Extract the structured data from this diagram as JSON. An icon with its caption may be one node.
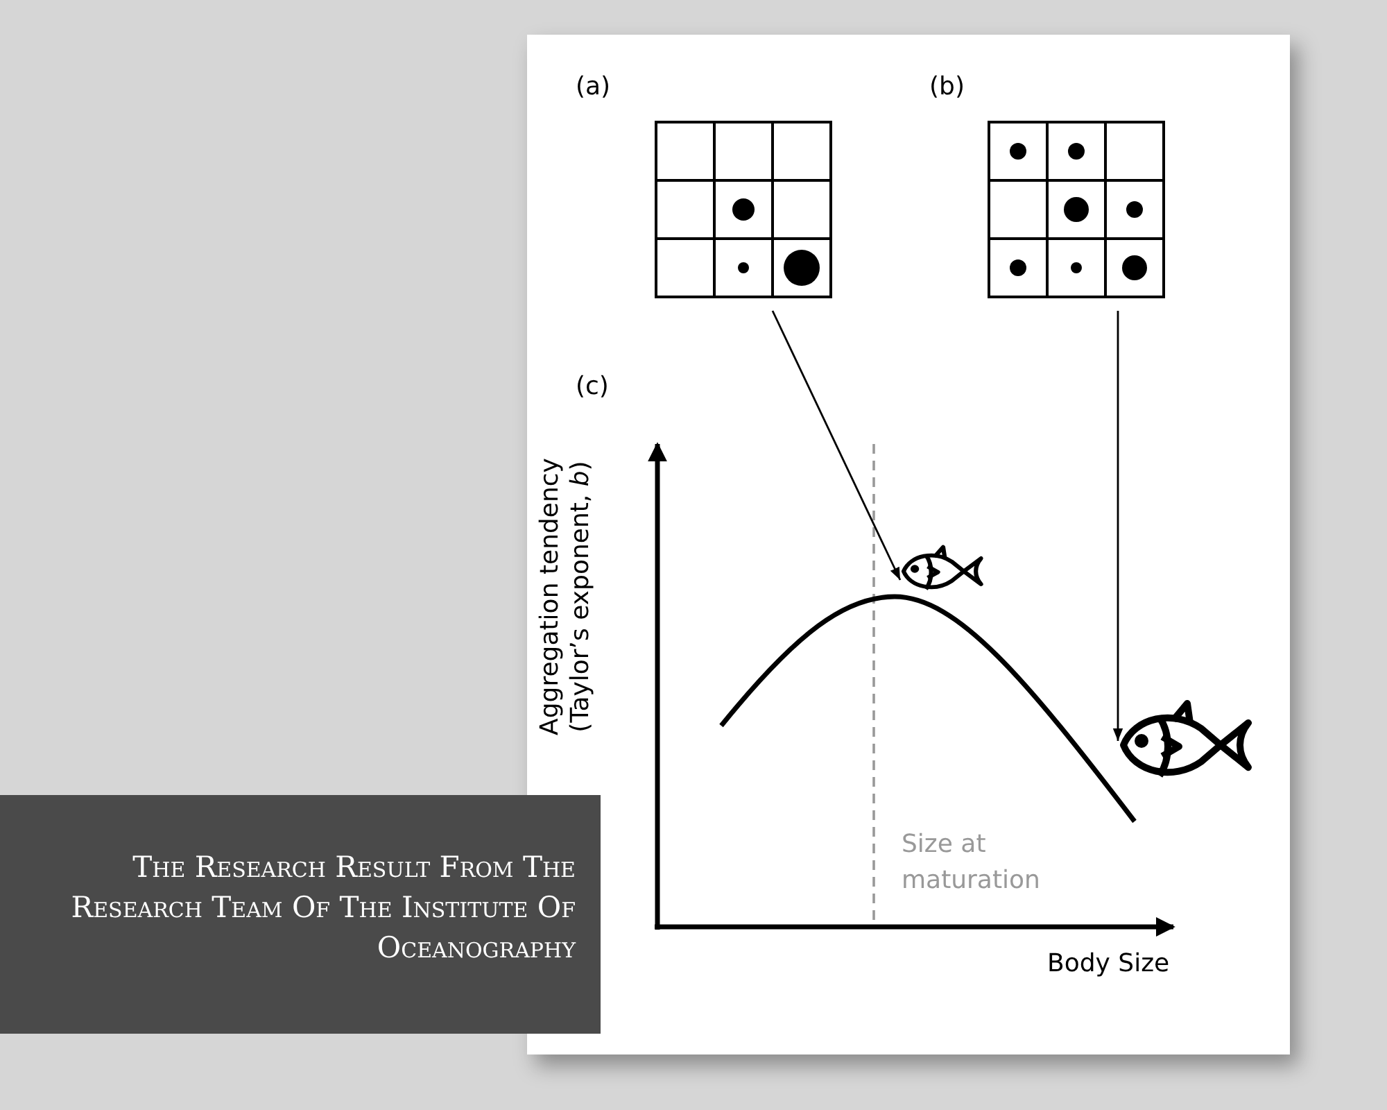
{
  "diagram": {
    "caption": "The Research Result From The Research Team Of The Institute Of Oceanography",
    "nodes": [
      {
        "text": [
          "(a)"
        ]
      },
      {
        "text": [
          "(b)"
        ]
      },
      {
        "text": [],
        "shape": "picture"
      },
      {
        "text": [],
        "shape": "picture"
      }
    ],
    "edges": [
      {
        "from": 0,
        "to": 2,
        "arrow": "to"
      },
      {
        "from": 1,
        "to": 3,
        "arrow": "to"
      }
    ],
    "labels": [
      "(c)",
      "Aggregation tendency (Taylor’s exponent, *b*)",
      "Size at maturation",
      "Body Size"
    ]
  }
}
